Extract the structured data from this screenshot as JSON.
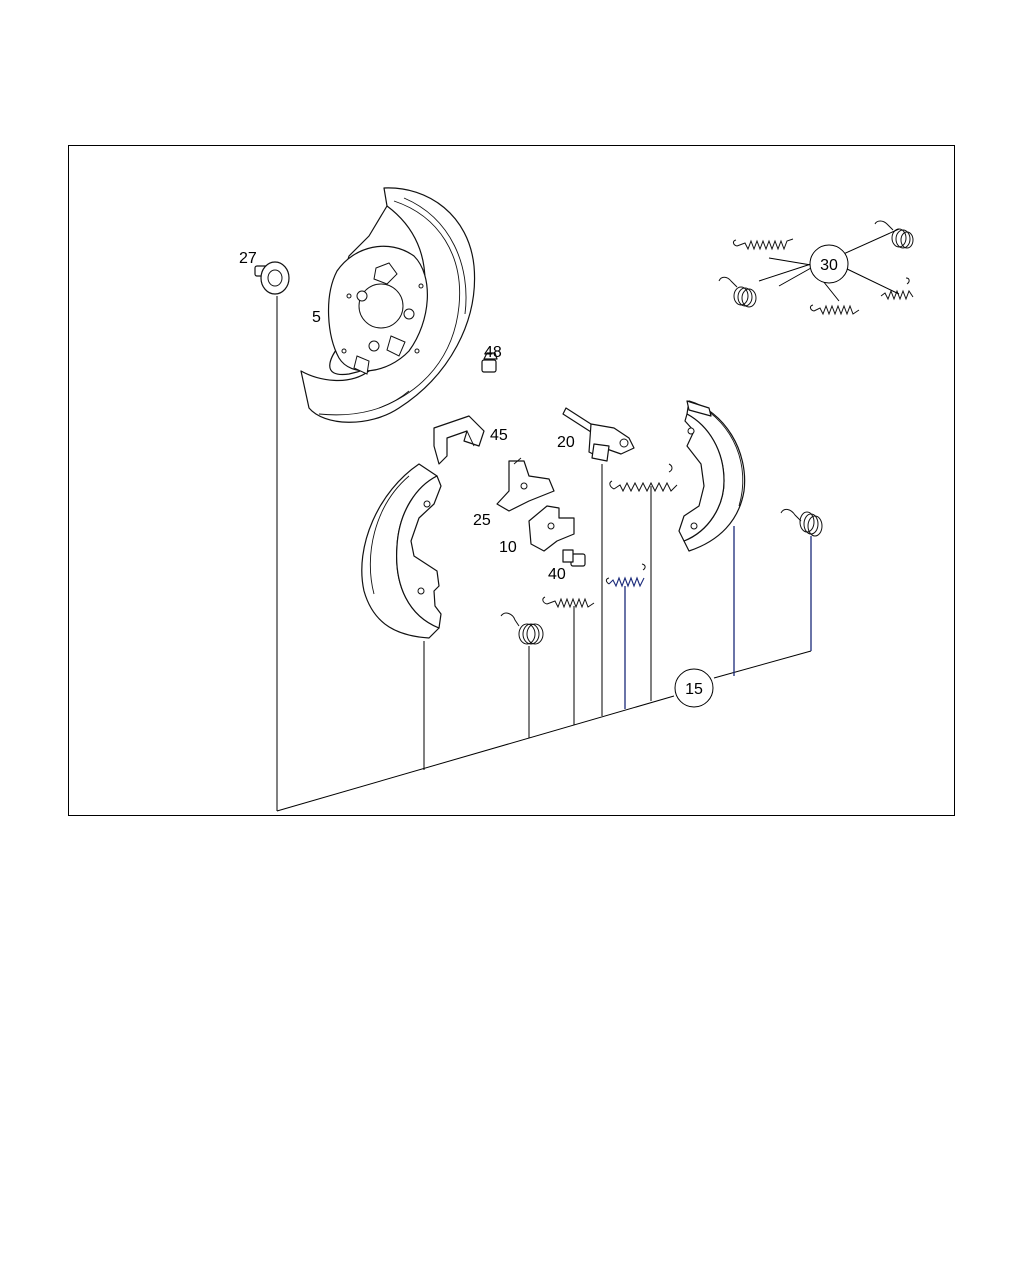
{
  "diagram": {
    "labels": {
      "p5": "5",
      "p10": "10",
      "p15": "15",
      "p20": "20",
      "p25": "25",
      "p27": "27",
      "p30": "30",
      "p40": "40",
      "p45": "45",
      "p48": "48"
    },
    "colors": {
      "line": "#000000",
      "leader_accent": "#1a2a7a",
      "background": "#ffffff"
    }
  }
}
